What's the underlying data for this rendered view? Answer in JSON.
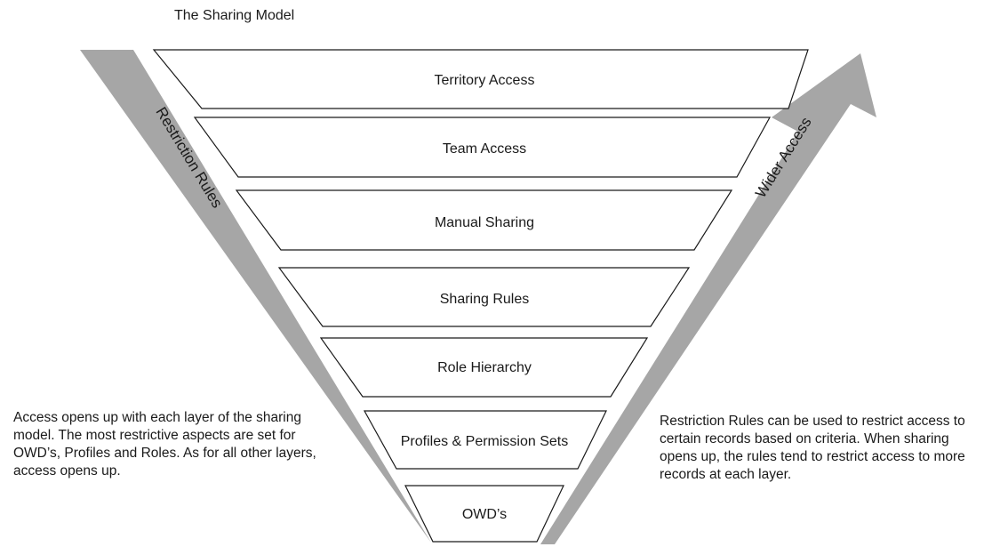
{
  "title": "The Sharing Model",
  "left_arrow": {
    "label": "Restriction Rules"
  },
  "right_arrow": {
    "label": "Wider Access"
  },
  "layers": [
    {
      "label": "Territory Access"
    },
    {
      "label": "Team Access"
    },
    {
      "label": "Manual Sharing"
    },
    {
      "label": "Sharing Rules"
    },
    {
      "label": "Role Hierarchy"
    },
    {
      "label": "Profiles & Permission Sets"
    },
    {
      "label": "OWD’s"
    }
  ],
  "notes": {
    "left": "Access opens up with each layer of the sharing model. The most restrictive aspects are set for OWD’s, Profiles and Roles. As for all other layers, access opens up.",
    "right": "Restriction Rules can be used to restrict access to certain records based on criteria. When sharing opens up, the rules tend to restrict access to more records at each layer."
  },
  "colors": {
    "arrow": "#a6a6a6",
    "outline": "#1a1a1a",
    "layer_fill": "#ffffff"
  }
}
